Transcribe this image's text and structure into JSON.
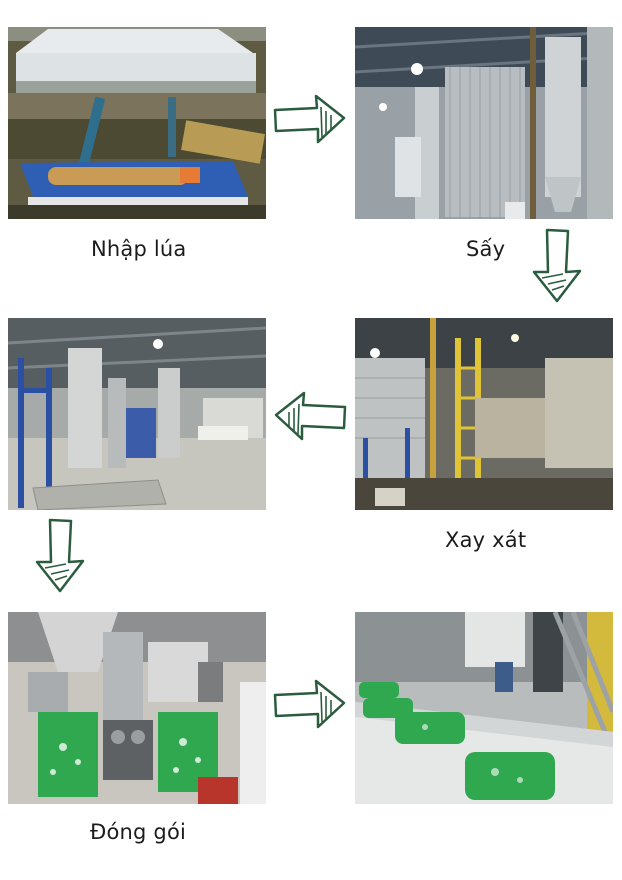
{
  "steps": {
    "intake": "Nhập lúa",
    "drying": "Sấy",
    "milling": "Xay xát",
    "packing": "Đóng gói"
  },
  "colors": {
    "arrow_stroke": "#2b5c3f",
    "arrow_fill": "#ffffff",
    "bag_green": "#2fa84f"
  },
  "icons": {
    "arrow": "hand-drawn-arrow-icon"
  }
}
